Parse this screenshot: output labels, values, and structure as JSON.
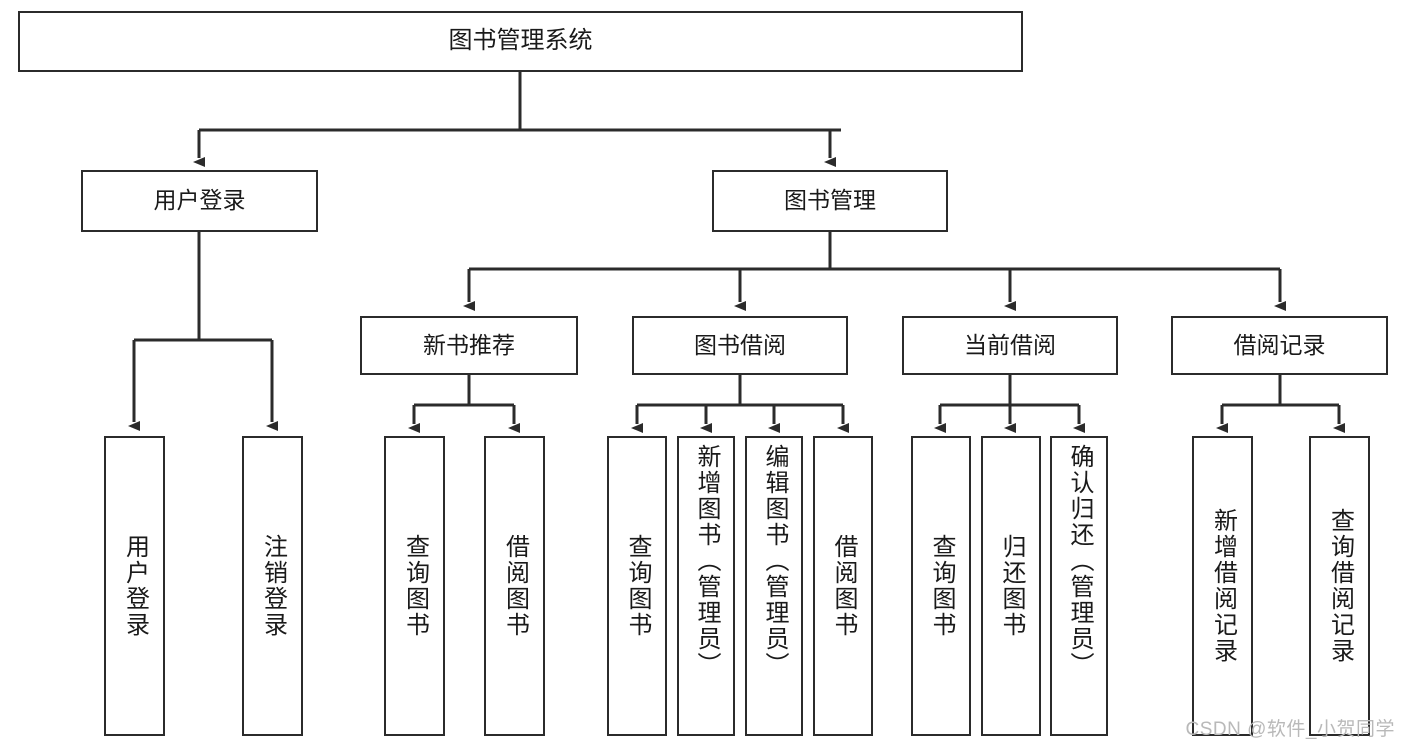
{
  "diagram": {
    "title": "图书管理系统",
    "type": "tree",
    "watermark": "CSDN @软件_小贺同学",
    "line_color": "#2b2b2b",
    "box_fill": "#ffffff",
    "text_color": "#1a1a1a",
    "nodes": {
      "root": {
        "label": "图书管理系统"
      },
      "level2": [
        {
          "label": "用户登录"
        },
        {
          "label": "图书管理"
        }
      ],
      "level3": [
        {
          "label": "新书推荐"
        },
        {
          "label": "图书借阅"
        },
        {
          "label": "当前借阅"
        },
        {
          "label": "借阅记录"
        }
      ],
      "leaves": {
        "user_login": [
          {
            "label": "用户登录"
          },
          {
            "label": "注销登录"
          }
        ],
        "new_book": [
          {
            "label": "查询图书"
          },
          {
            "label": "借阅图书"
          }
        ],
        "book_borrow": [
          {
            "label": "查询图书"
          },
          {
            "label": "新增图书（管理员）"
          },
          {
            "label": "编辑图书（管理员）"
          },
          {
            "label": "借阅图书"
          }
        ],
        "current_borrow": [
          {
            "label": "查询图书"
          },
          {
            "label": "归还图书"
          },
          {
            "label": "确认归还（管理员）"
          }
        ],
        "borrow_record": [
          {
            "label": "新增借阅记录"
          },
          {
            "label": "查询借阅记录"
          }
        ]
      }
    }
  }
}
